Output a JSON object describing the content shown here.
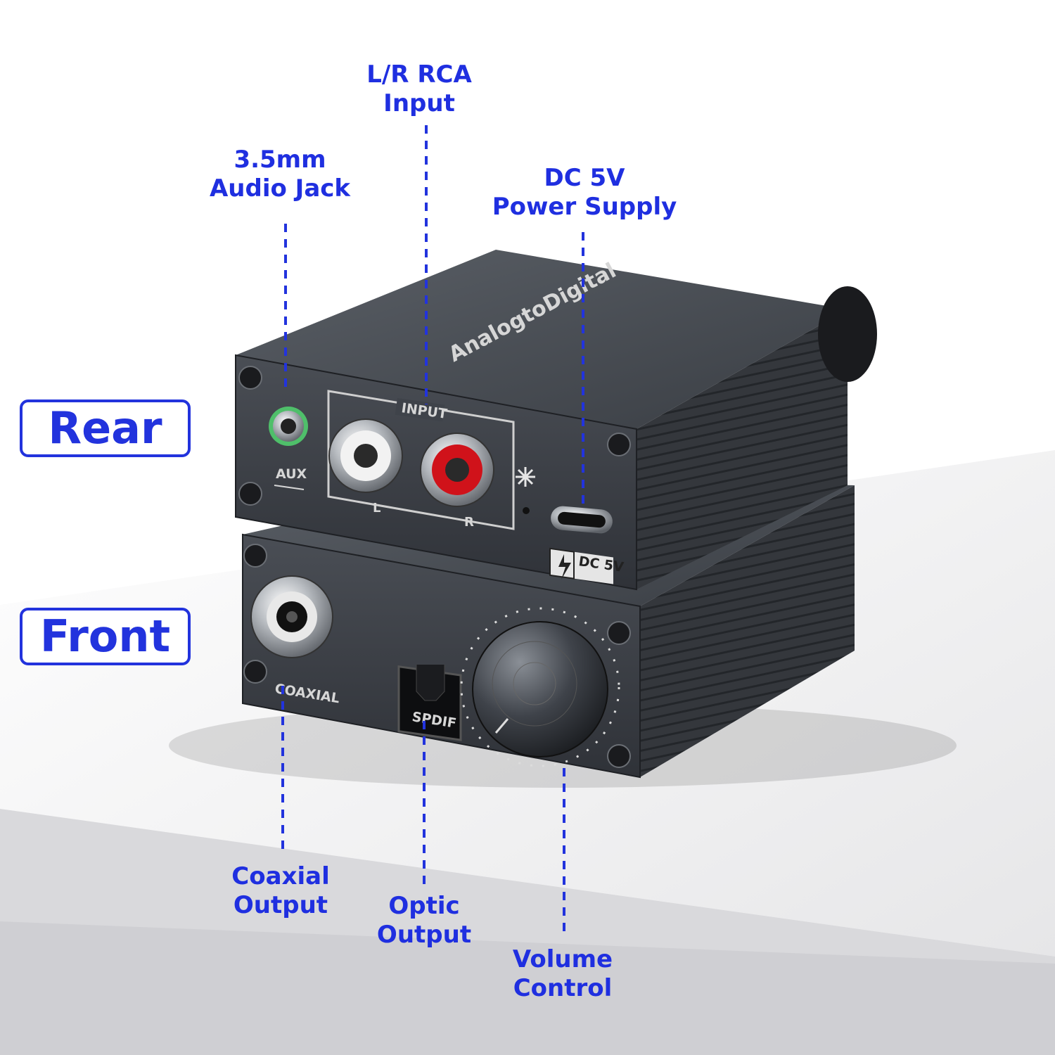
{
  "sides": {
    "rear": "Rear",
    "front": "Front"
  },
  "callouts": {
    "rca": [
      "L/R RCA",
      "Input"
    ],
    "aux": [
      "3.5mm",
      "Audio Jack"
    ],
    "power": [
      "DC 5V",
      "Power Supply"
    ],
    "coaxial": [
      "Coaxial",
      "Output"
    ],
    "optic": [
      "Optic",
      "Output"
    ],
    "volume": [
      "Volume",
      "Control"
    ]
  },
  "device": {
    "brand": "AnalogtoDigital",
    "rear_labels": {
      "aux": "AUX",
      "input": "INPUT",
      "left": "L",
      "right": "R",
      "dc": "DC 5V"
    },
    "front_labels": {
      "coaxial": "COAXIAL",
      "spdif": "SPDIF"
    }
  },
  "colors": {
    "accent": "#1f2fe0",
    "device": "#3b3f45",
    "rca_left": "#f2f2f2",
    "rca_right": "#d0121a",
    "aux_ring": "#4fbf6a"
  },
  "icons": [
    "screw-icon",
    "lightning-icon",
    "sun-led-icon",
    "usb-c-port-icon"
  ]
}
